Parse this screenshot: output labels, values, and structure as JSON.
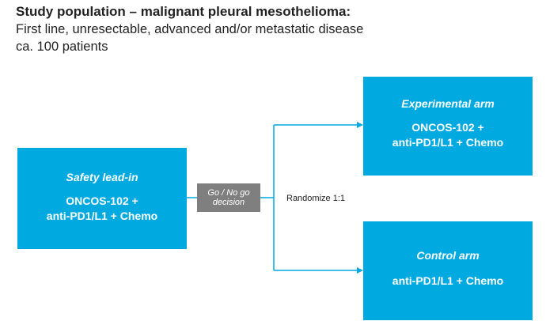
{
  "header": {
    "title": "Study population – malignant pleural mesothelioma:",
    "line1": "First line, unresectable, advanced and/or metastatic disease",
    "line2": "ca. 100 patients"
  },
  "lead_in": {
    "title": "Safety lead-in",
    "body_line1": "ONCOS-102 +",
    "body_line2": "anti-PD1/L1 + Chemo"
  },
  "decision": {
    "line1": "Go / No go",
    "line2": "decision"
  },
  "randomize": "Randomize 1:1",
  "experimental_arm": {
    "title": "Experimental arm",
    "body_line1": "ONCOS-102 +",
    "body_line2": "anti-PD1/L1 + Chemo"
  },
  "control_arm": {
    "title": "Control arm",
    "body_line1": "anti-PD1/L1 + Chemo"
  },
  "colors": {
    "box_fill": "#00a9e0",
    "decision_fill": "#7f7f7f",
    "connector": "#00a9e0"
  }
}
